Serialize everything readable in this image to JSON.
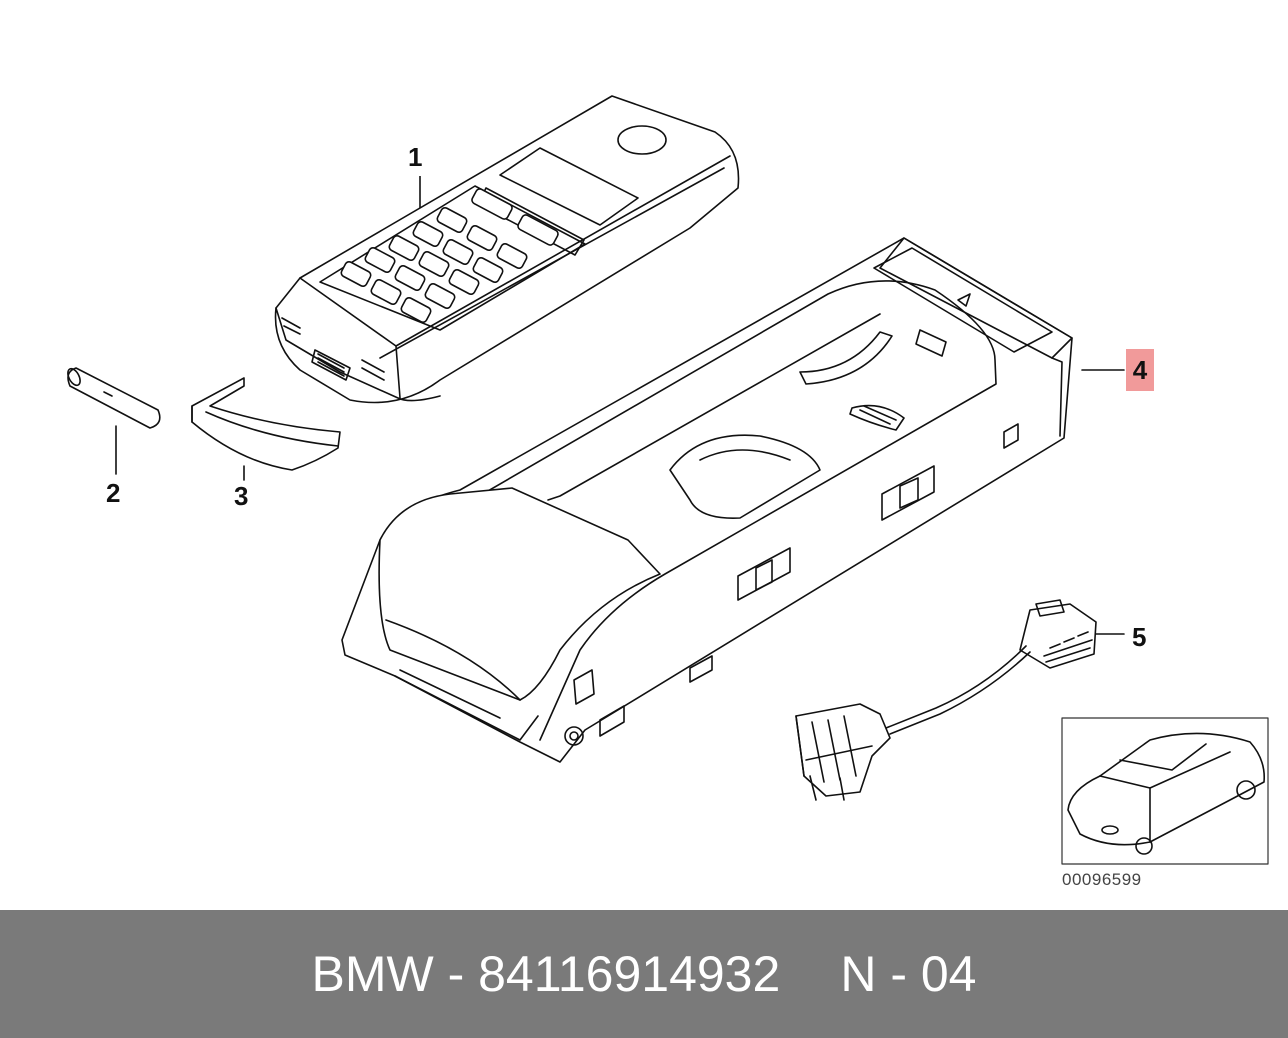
{
  "callouts": {
    "c1": "1",
    "c2": "2",
    "c3": "3",
    "c4": "4",
    "c5": "5"
  },
  "reference_code": "00096599",
  "footer": {
    "part": "BMW - 84116914932",
    "page": "N - 04"
  },
  "colors": {
    "highlight": "#f19a9a",
    "footer_bg": "#7a7a7a",
    "footer_text": "#ffffff",
    "line": "#111111"
  }
}
